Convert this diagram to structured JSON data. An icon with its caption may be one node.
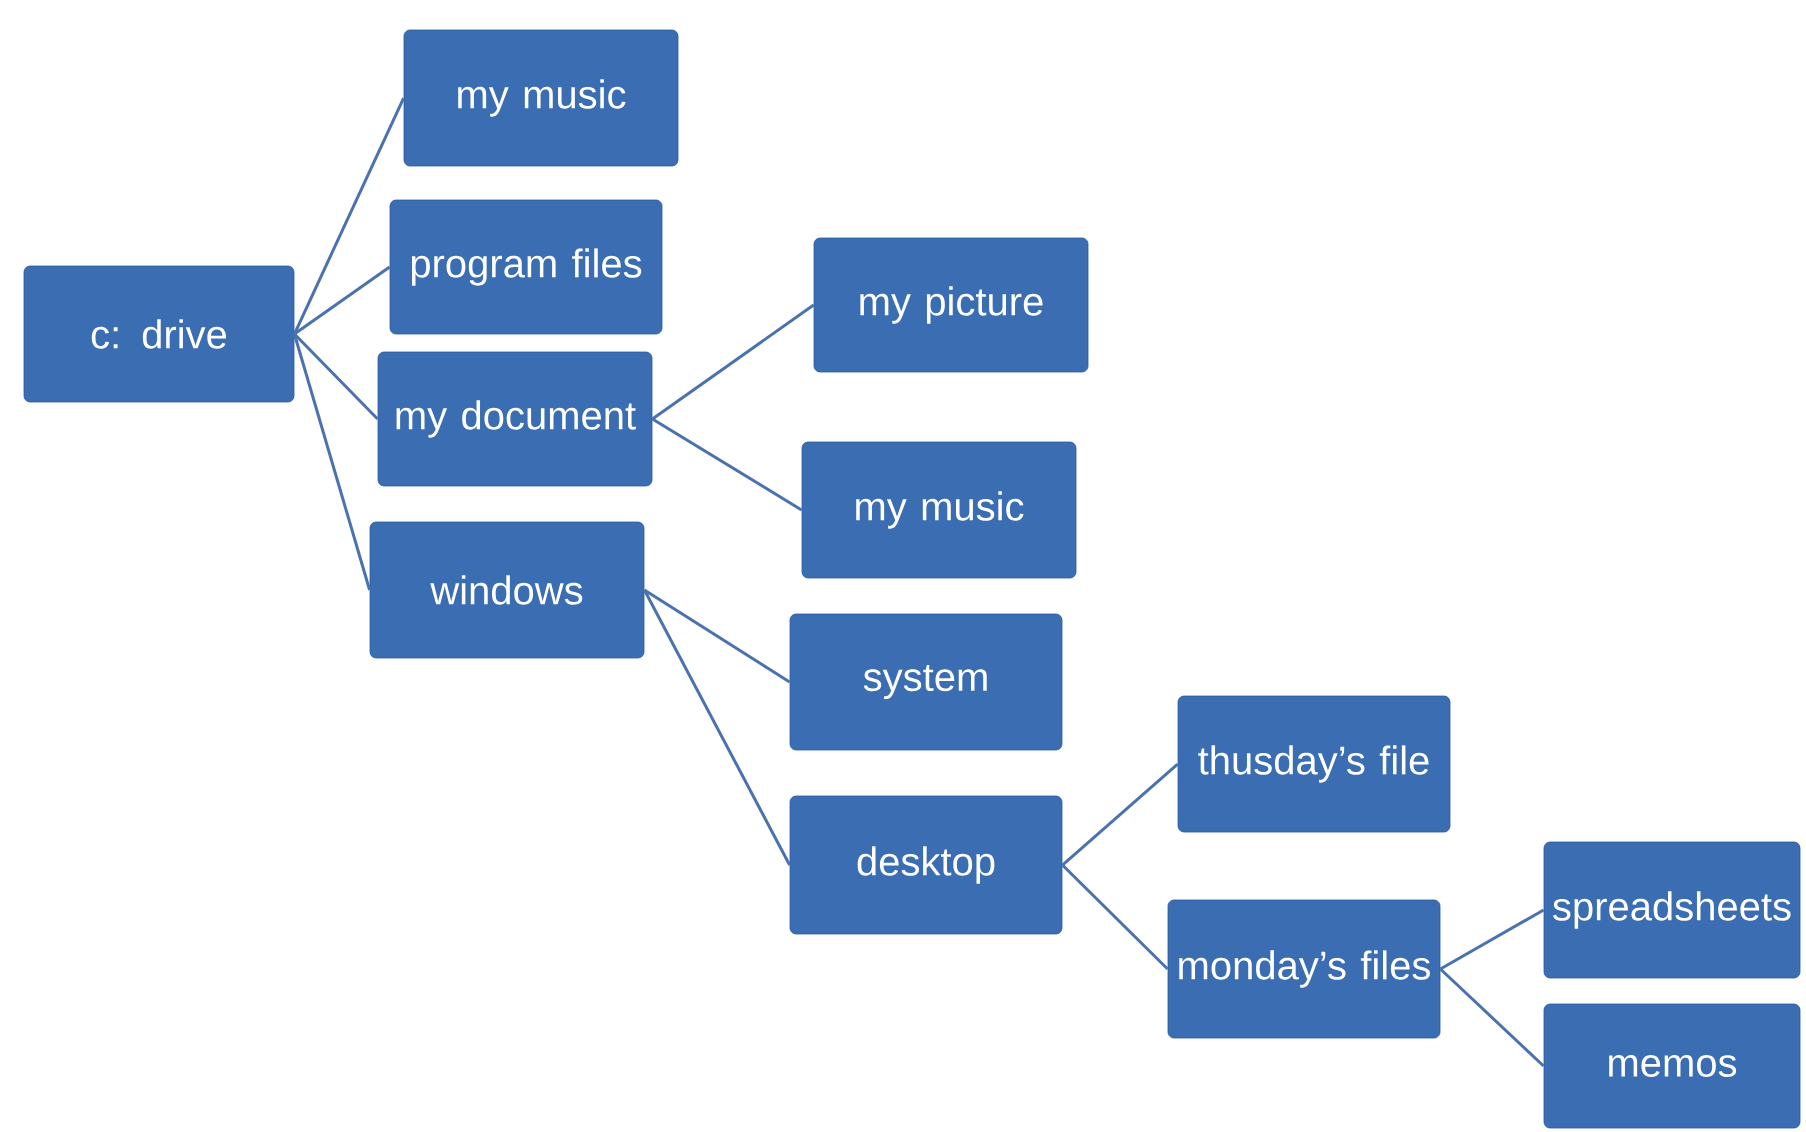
{
  "diagram": {
    "nodes": [
      {
        "text": [
          "c: drive"
        ]
      },
      {
        "text": [
          "my music"
        ]
      },
      {
        "text": [
          "program files"
        ]
      },
      {
        "text": [
          "my document"
        ]
      },
      {
        "text": [
          "windows"
        ]
      },
      {
        "text": [
          "my picture"
        ]
      },
      {
        "text": [
          "my music"
        ]
      },
      {
        "text": [
          "system"
        ]
      },
      {
        "text": [
          "desktop"
        ]
      },
      {
        "text": [
          "thusday’s file"
        ]
      },
      {
        "text": [
          "monday’s files"
        ]
      },
      {
        "text": [
          "spreadsheets"
        ]
      },
      {
        "text": [
          "memos"
        ]
      }
    ],
    "edges": [
      {
        "from": 0,
        "to": 1,
        "arrow": "none"
      },
      {
        "from": 0,
        "to": 2,
        "arrow": "none"
      },
      {
        "from": 0,
        "to": 3,
        "arrow": "none"
      },
      {
        "from": 0,
        "to": 4,
        "arrow": "none"
      },
      {
        "from": 3,
        "to": 5,
        "arrow": "none"
      },
      {
        "from": 3,
        "to": 6,
        "arrow": "none"
      },
      {
        "from": 4,
        "to": 7,
        "arrow": "none"
      },
      {
        "from": 4,
        "to": 8,
        "arrow": "none"
      },
      {
        "from": 8,
        "to": 9,
        "arrow": "none"
      },
      {
        "from": 8,
        "to": 10,
        "arrow": "none"
      },
      {
        "from": 10,
        "to": 11,
        "arrow": "none"
      },
      {
        "from": 10,
        "to": 12,
        "arrow": "none"
      }
    ]
  }
}
